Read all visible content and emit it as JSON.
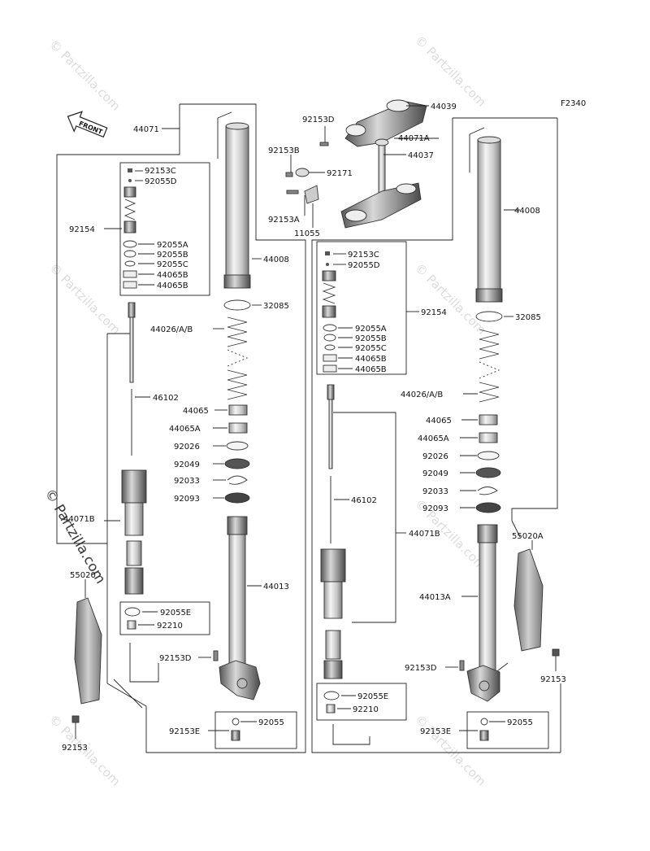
{
  "diagram_code": "F2340",
  "front_label": "FRONT",
  "watermark": "© Partzilla.com",
  "labels": {
    "p44071": "44071",
    "p44039": "44039",
    "p92153D_top": "92153D",
    "p44071A": "44071A",
    "p92153B": "92153B",
    "p44037": "44037",
    "p92171": "92171",
    "p92153A": "92153A",
    "p11055": "11055",
    "L_92153C": "92153C",
    "L_92055D": "92055D",
    "L_92154": "92154",
    "L_92055A": "92055A",
    "L_92055B": "92055B",
    "L_92055C": "92055C",
    "L_44065B_1": "44065B",
    "L_44065B_2": "44065B",
    "L_44008": "44008",
    "L_32085": "32085",
    "L_44026": "44026/A/B",
    "L_46102": "46102",
    "L_44065": "44065",
    "L_44065A": "44065A",
    "L_92026": "92026",
    "L_92049": "92049",
    "L_92033": "92033",
    "L_92093": "92093",
    "L_44071B": "44071B",
    "L_55020": "55020",
    "L_44013": "44013",
    "L_92055E": "92055E",
    "L_92210": "92210",
    "L_92153D": "92153D",
    "L_92153E": "92153E",
    "L_92055": "92055",
    "L_92153": "92153",
    "R_92153C": "92153C",
    "R_92055D": "92055D",
    "R_92154": "92154",
    "R_92055A": "92055A",
    "R_92055B": "92055B",
    "R_92055C": "92055C",
    "R_44065B_1": "44065B",
    "R_44065B_2": "44065B",
    "R_44008": "44008",
    "R_32085": "32085",
    "R_44026": "44026/A/B",
    "R_44065": "44065",
    "R_44065A": "44065A",
    "R_92026": "92026",
    "R_92049": "92049",
    "R_92033": "92033",
    "R_92093": "92093",
    "R_46102": "46102",
    "R_44071B": "44071B",
    "R_55020A": "55020A",
    "R_44013A": "44013A",
    "R_92153D": "92153D",
    "R_92153": "92153",
    "R_92055E": "92055E",
    "R_92210": "92210",
    "R_92153E": "92153E",
    "R_92055": "92055"
  }
}
